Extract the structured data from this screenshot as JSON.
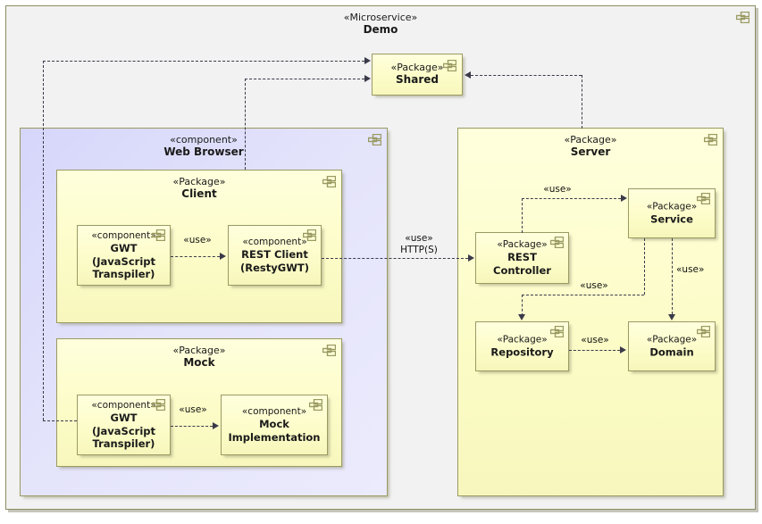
{
  "diagram": {
    "root": {
      "stereotype": "«Microservice»",
      "name": "Demo",
      "icon": "package-icon"
    },
    "shared": {
      "stereotype": "«Package»",
      "name": "Shared",
      "icon": "package-icon"
    },
    "web_browser": {
      "stereotype": "«component»",
      "name": "Web Browser",
      "icon": "package-icon"
    },
    "client_pkg": {
      "stereotype": "«Package»",
      "name": "Client",
      "icon": "package-icon"
    },
    "mock_pkg": {
      "stereotype": "«Package»",
      "name": "Mock",
      "icon": "package-icon"
    },
    "server_pkg": {
      "stereotype": "«Package»",
      "name": "Server",
      "icon": "package-icon"
    },
    "components": {
      "gwt_client": {
        "stereotype": "«component»",
        "name": "GWT\n(JavaScript\nTranspiler)",
        "icon": "package-icon"
      },
      "rest_client": {
        "stereotype": "«component»",
        "name": "REST Client\n(RestyGWT)",
        "icon": "package-icon"
      },
      "gwt_mock": {
        "stereotype": "«component»",
        "name": "GWT\n(JavaScript\nTranspiler)",
        "icon": "package-icon"
      },
      "mock_impl": {
        "stereotype": "«component»",
        "name": "Mock\nImplementation",
        "icon": "package-icon"
      },
      "rest_controller": {
        "stereotype": "«Package»",
        "name": "REST\nController",
        "icon": "package-icon"
      },
      "service": {
        "stereotype": "«Package»",
        "name": "Service",
        "icon": "package-icon"
      },
      "repository": {
        "stereotype": "«Package»",
        "name": "Repository",
        "icon": "package-icon"
      },
      "domain": {
        "stereotype": "«Package»",
        "name": "Domain",
        "icon": "package-icon"
      }
    },
    "connectors": {
      "use": "«use»",
      "use_http": "«use»\nHTTP(S)",
      "labels": [
        "«use»",
        "«use»",
        "«use»",
        "«use»",
        "«use»",
        "«use»",
        "«use»"
      ]
    },
    "colors": {
      "frame_bg": "#f2f2f2",
      "frame_border": "#8c8c64",
      "package_fill": "#fcfcc8",
      "package_border": "#9a9a62",
      "browser_fill": "#e3e3fb",
      "line": "#3a3a4a",
      "icon": "#9a9a62",
      "text": "#1a1a1a"
    }
  }
}
